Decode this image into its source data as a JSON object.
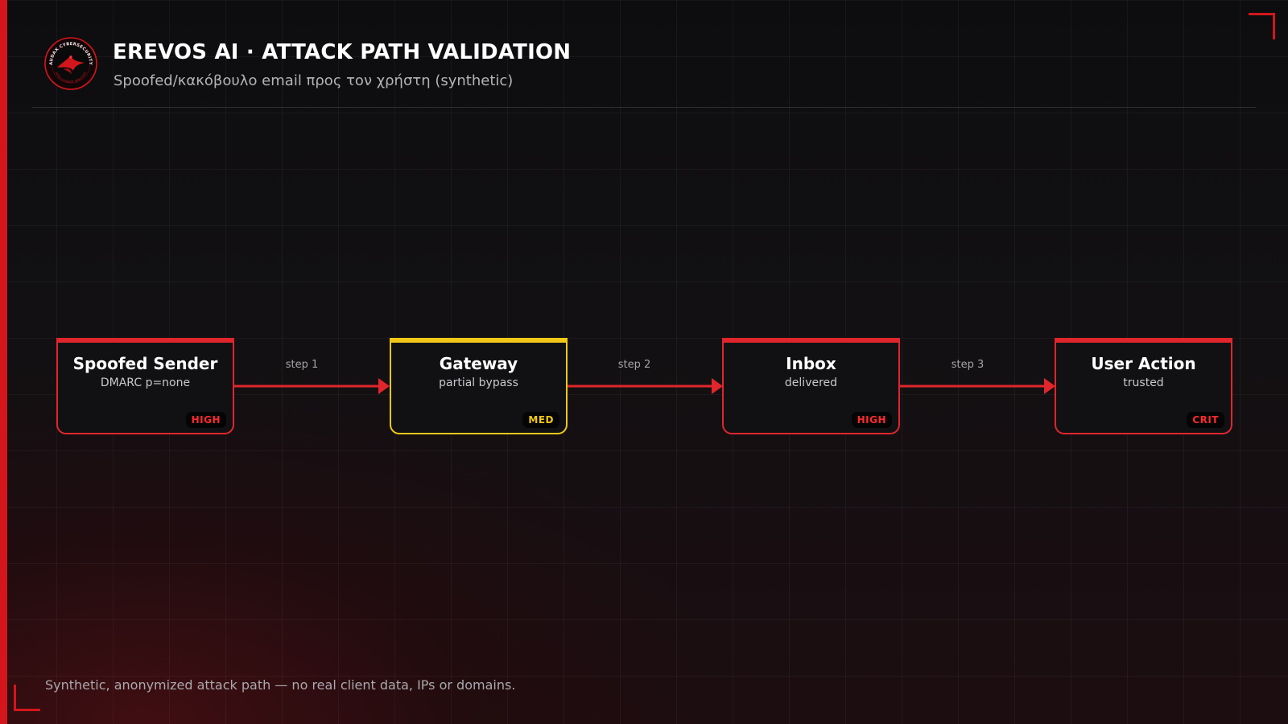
{
  "header": {
    "logo_text_top": "AUDAX CYBERSECURITY",
    "logo_text_bottom": "INTELLIGENCE SERVICES",
    "title": "EREVOS AI · ATTACK PATH VALIDATION",
    "subtitle": "Spoofed/κακόβουλο email προς τον χρήστη (synthetic)"
  },
  "colors": {
    "accent_red": "#e0262c",
    "medium_yellow": "#f2c818",
    "background": "#0c0c0e",
    "node_fill": "#111114"
  },
  "flow": {
    "nodes": [
      {
        "title": "Spoofed Sender",
        "subtitle": "DMARC p=none",
        "severity": "HIGH"
      },
      {
        "title": "Gateway",
        "subtitle": "partial bypass",
        "severity": "MED"
      },
      {
        "title": "Inbox",
        "subtitle": "delivered",
        "severity": "HIGH"
      },
      {
        "title": "User Action",
        "subtitle": "trusted",
        "severity": "CRIT"
      }
    ],
    "edges": [
      {
        "label": "step 1"
      },
      {
        "label": "step 2"
      },
      {
        "label": "step 3"
      }
    ]
  },
  "footer": {
    "text": "Synthetic, anonymized attack path — no real client data, IPs or domains."
  }
}
